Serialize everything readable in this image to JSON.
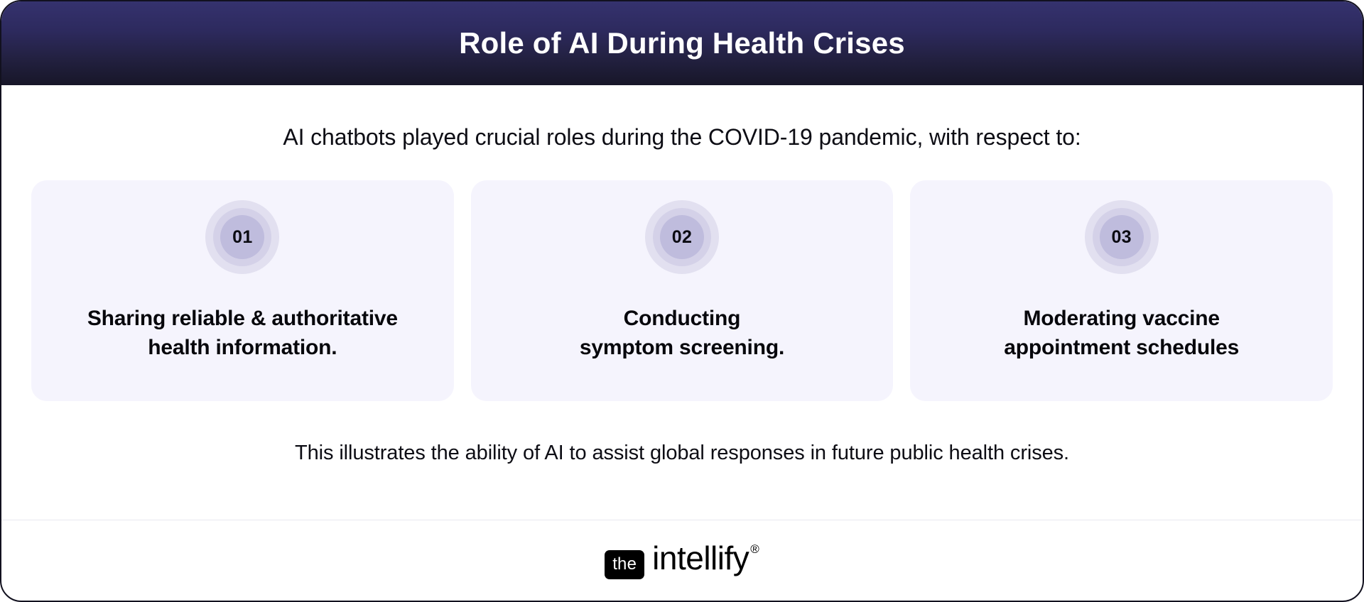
{
  "header": {
    "title": "Role of AI During Health Crises",
    "gradient_top": "#35326e",
    "gradient_bottom": "#171628"
  },
  "main": {
    "intro_text": "AI chatbots played crucial roles during the COVID-19 pandemic, with respect to:",
    "outro_text": "This illustrates the ability of AI to assist global responses in future public health crises.",
    "card_background": "#f5f4fd",
    "cards": [
      {
        "number": "01",
        "text": "Sharing reliable & authoritative\nhealth information."
      },
      {
        "number": "02",
        "text": "Conducting\nsymptom screening."
      },
      {
        "number": "03",
        "text": "Moderating vaccine\nappointment schedules"
      }
    ]
  },
  "footer": {
    "logo_badge": "the",
    "logo_word": "intellify",
    "logo_registered": "®"
  }
}
